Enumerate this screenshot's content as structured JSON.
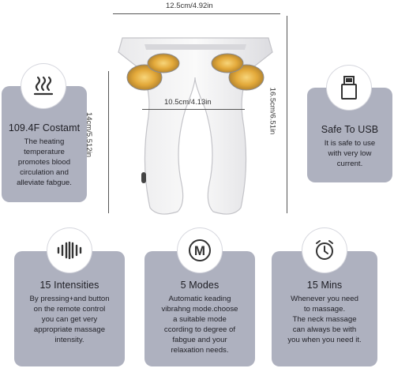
{
  "dimensions": {
    "top_width": "12.5cm/4.92in",
    "inner_width": "10.5cm/4.13in",
    "left_height": "14cm/5.512in",
    "right_height": "16.5cm/6.51in"
  },
  "features": [
    {
      "icon": "heat-waves-icon",
      "title": "109.4F Costamt",
      "lines": [
        "The heating",
        "temperature",
        "promotes blood",
        "circulation and",
        "alleviate fabgue."
      ]
    },
    {
      "icon": "usb-icon",
      "title": "Safe To USB",
      "lines": [
        "It is safe to use",
        "with very low",
        "current."
      ]
    },
    {
      "icon": "vibration-icon",
      "title": "15 Intensities",
      "lines": [
        "By pressing+and button",
        "on the remote control",
        "you can get very",
        "appropriate massage",
        "intensity."
      ]
    },
    {
      "icon": "m-mode-icon",
      "title": "5 Modes",
      "lines": [
        "Automatic keading",
        "vibrahng mode.choose",
        "a suitable mode",
        "ccording to degree of",
        "fabgue and your",
        "relaxation needs."
      ]
    },
    {
      "icon": "alarm-clock-icon",
      "title": "15 Mins",
      "lines": [
        "Whenever you need",
        "to massage.",
        "The neck massage",
        "can always be with",
        "you when you need it."
      ]
    }
  ]
}
